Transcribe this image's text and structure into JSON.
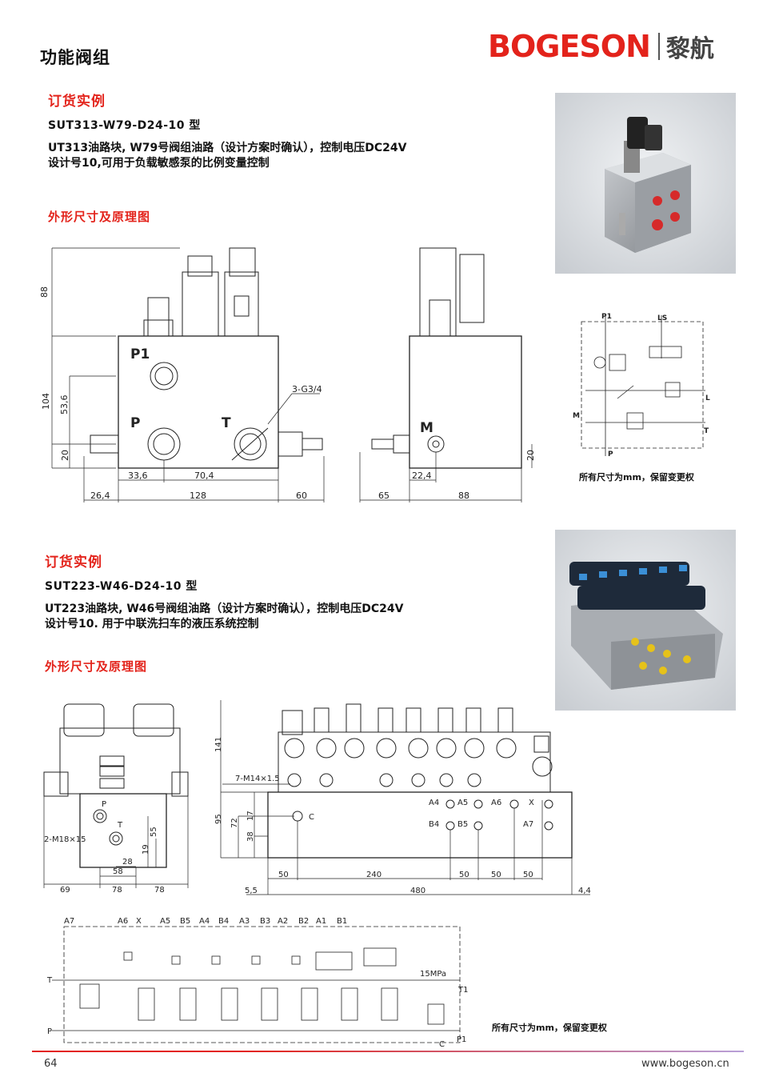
{
  "header": {
    "title": "功能阀组",
    "brand_en": "BOGESON",
    "brand_cn": "黎航"
  },
  "section1": {
    "heading": "订货实例",
    "model": "SUT313-W79-D24-10 型",
    "desc_line1": "UT313油路块, W79号阀组油路（设计方案时确认），控制电压DC24V",
    "desc_line2": "设计号10,可用于负载敏感泵的比例变量控制",
    "diagram_heading": "外形尺寸及原理图",
    "note": "所有尺寸为mm，保留变更权",
    "labels": {
      "P1": "P1",
      "P": "P",
      "T": "T",
      "M": "M",
      "port": "3-G3/4",
      "h88": "88",
      "h104": "104",
      "h53": "53,6",
      "h20": "20",
      "h20r": "20",
      "w33": "33,6",
      "w70": "70,4",
      "w26": "26,4",
      "w128": "128",
      "w60": "60",
      "w65": "65",
      "w22": "22,4",
      "w88": "88",
      "sP1": "P1",
      "sLS": "LS",
      "sL": "L",
      "sM": "M",
      "sT": "T",
      "sP": "P"
    }
  },
  "section2": {
    "heading": "订货实例",
    "model": "SUT223-W46-D24-10 型",
    "desc_line1": "UT223油路块, W46号阀组油路（设计方案时确认），控制电压DC24V",
    "desc_line2": "设计号10. 用于中联洗扫车的液压系统控制",
    "diagram_heading": "外形尺寸及原理图",
    "note": "所有尺寸为mm，保留变更权",
    "labels": {
      "m18": "2-M18×15",
      "P": "P",
      "T": "T",
      "d19": "19",
      "d55": "55",
      "d28": "28",
      "d58": "58",
      "w69": "69",
      "w78a": "78",
      "w78b": "78",
      "m14": "7-M14×1.5",
      "C": "C",
      "A4": "A4",
      "A5": "A5",
      "A6": "A6",
      "X": "X",
      "B4": "B4",
      "B5": "B5",
      "A7": "A7",
      "h141": "141",
      "h95": "95",
      "h72": "72",
      "h38": "38",
      "h17": "17",
      "d50a": "50",
      "d240": "240",
      "d50b": "50",
      "d50c": "50",
      "d50d": "50",
      "d55b": "5,5",
      "d480": "480",
      "d44": "4,4",
      "sA7": "A7",
      "sA6": "A6",
      "sX": "X",
      "sA5": "A5",
      "sB5": "B5",
      "sA4": "A4",
      "sB4": "B4",
      "sA3": "A3",
      "sB3": "B3",
      "sA2": "A2",
      "sB2": "B2",
      "sA1": "A1",
      "sB1": "B1",
      "sT": "T",
      "sP": "P",
      "s15": "15MPa",
      "sT1": "T1",
      "sP1": "P1",
      "sC": "C"
    }
  },
  "footer": {
    "page": "64",
    "url": "www.bogeson.cn"
  }
}
